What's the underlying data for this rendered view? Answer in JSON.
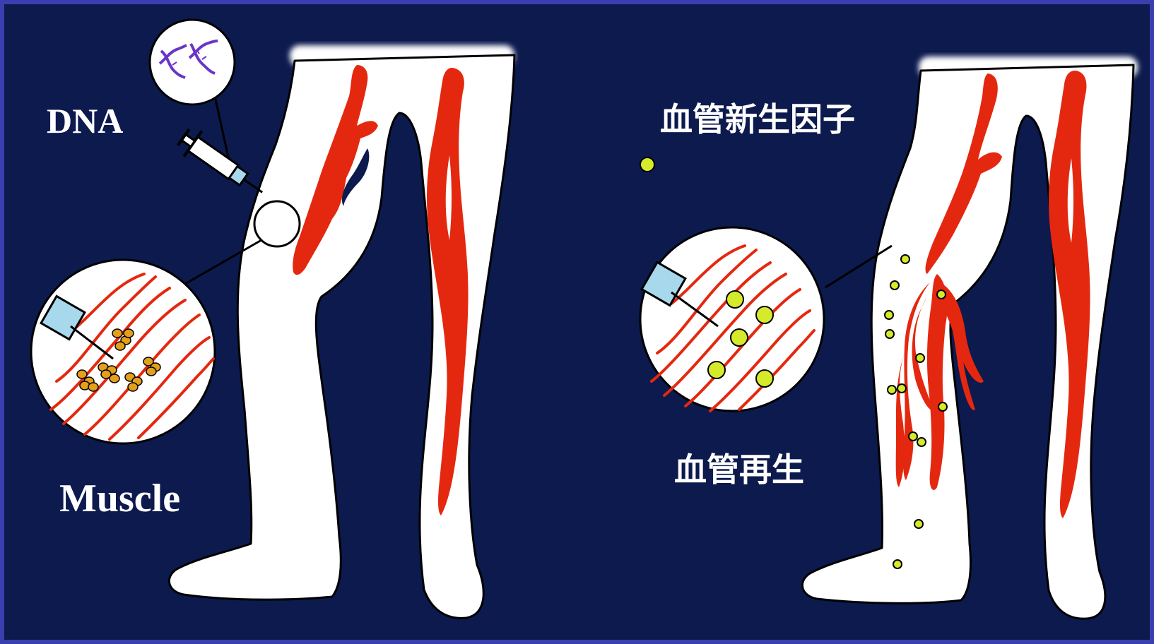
{
  "labels": {
    "dna": "DNA",
    "muscle": "Muscle",
    "angiogenic_factor": "血管新生因子",
    "vascular_regeneration": "血管再生"
  },
  "colors": {
    "background": "#0c1a4e",
    "border": "#3a3fb0",
    "leg": "#ffffff",
    "vessel": "#e4280f",
    "dna_strand": "#6a35c8",
    "dna_cell": "#e3a01c",
    "growth_factor": "#d6ea2c",
    "syringe_tip": "#a8d8ec"
  },
  "icons": {
    "dna_helix": "dna-helix-icon",
    "syringe": "syringe-icon",
    "growth_factor_dot": "growth-factor-dot-icon"
  }
}
